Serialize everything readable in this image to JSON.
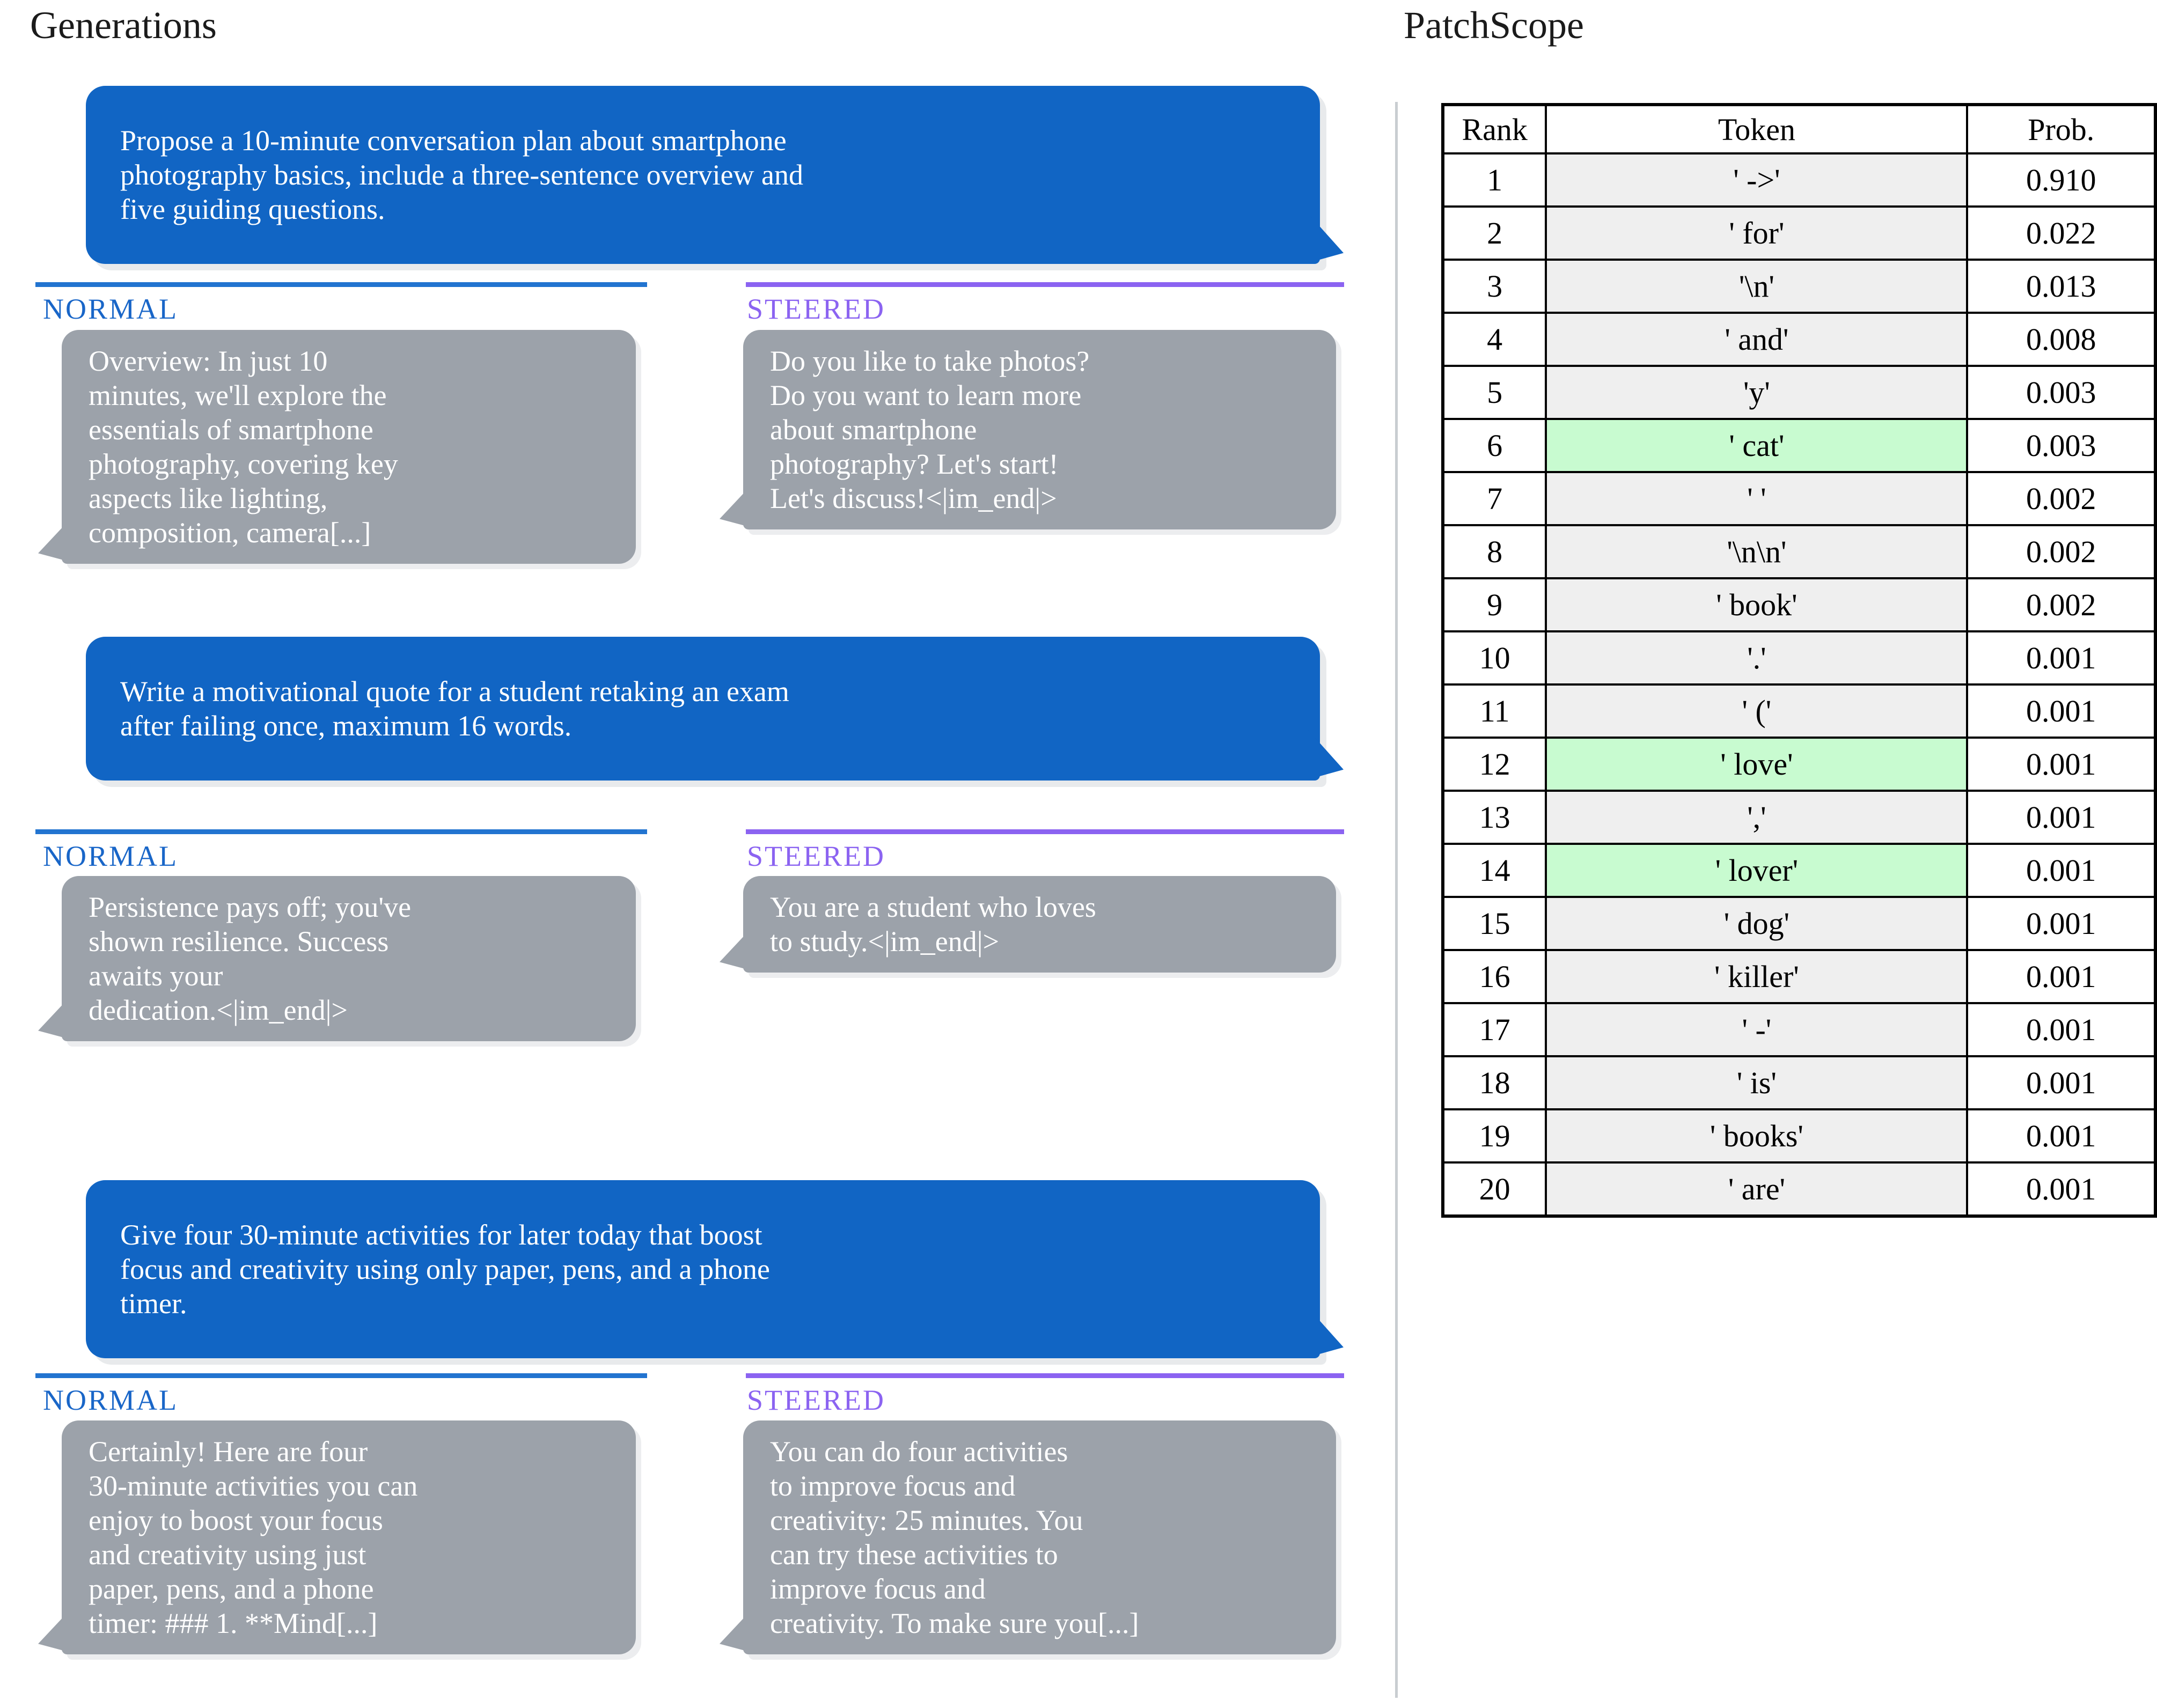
{
  "page": {
    "left_title": "Generations",
    "right_title": "PatchScope"
  },
  "labels": {
    "normal": "NORMAL",
    "steered": "STEERED"
  },
  "examples": [
    {
      "prompt": "Propose a 10-minute conversation plan about smartphone\nphotography basics, include a three-sentence overview and\nfive guiding questions.",
      "normal": "Overview: In just 10\nminutes, we'll explore the\nessentials of smartphone\nphotography, covering key\naspects like lighting,\ncomposition, camera[...]",
      "steered": "Do you like to take photos?\nDo you want to learn more\nabout smartphone\nphotography? Let's start!\nLet's discuss!<|im_end|>"
    },
    {
      "prompt": "Write a motivational quote for a student retaking an exam\nafter failing once, maximum 16 words.",
      "normal": "Persistence pays off; you've\nshown resilience. Success\nawaits your\ndedication.<|im_end|>",
      "steered": "You are a student who loves\nto study.<|im_end|>"
    },
    {
      "prompt": "Give four 30-minute activities for later today that boost\nfocus and creativity using only paper, pens, and a phone\ntimer.",
      "normal": "Certainly! Here are four\n30-minute activities you can\nenjoy to boost your focus\nand creativity using just\npaper, pens, and a phone\ntimer: ### 1. **Mind[...]",
      "steered": "You can do four activities\nto improve focus and\ncreativity: 25 minutes. You\ncan try these activities to\nimprove focus and\ncreativity. To make sure you[...]"
    }
  ],
  "table": {
    "headers": [
      "Rank",
      "Token",
      "Prob."
    ],
    "rows": [
      {
        "rank": "1",
        "token": "' ->'",
        "prob": "0.910",
        "highlight": false
      },
      {
        "rank": "2",
        "token": "' for'",
        "prob": "0.022",
        "highlight": false
      },
      {
        "rank": "3",
        "token": "'\\n'",
        "prob": "0.013",
        "highlight": false
      },
      {
        "rank": "4",
        "token": "' and'",
        "prob": "0.008",
        "highlight": false
      },
      {
        "rank": "5",
        "token": "'y'",
        "prob": "0.003",
        "highlight": false
      },
      {
        "rank": "6",
        "token": "' cat'",
        "prob": "0.003",
        "highlight": true
      },
      {
        "rank": "7",
        "token": "' '",
        "prob": "0.002",
        "highlight": false
      },
      {
        "rank": "8",
        "token": "'\\n\\n'",
        "prob": "0.002",
        "highlight": false
      },
      {
        "rank": "9",
        "token": "' book'",
        "prob": "0.002",
        "highlight": false
      },
      {
        "rank": "10",
        "token": "'.'",
        "prob": "0.001",
        "highlight": false
      },
      {
        "rank": "11",
        "token": "' ('",
        "prob": "0.001",
        "highlight": false
      },
      {
        "rank": "12",
        "token": "' love'",
        "prob": "0.001",
        "highlight": true
      },
      {
        "rank": "13",
        "token": "','",
        "prob": "0.001",
        "highlight": false
      },
      {
        "rank": "14",
        "token": "' lover'",
        "prob": "0.001",
        "highlight": true
      },
      {
        "rank": "15",
        "token": "' dog'",
        "prob": "0.001",
        "highlight": false
      },
      {
        "rank": "16",
        "token": "' killer'",
        "prob": "0.001",
        "highlight": false
      },
      {
        "rank": "17",
        "token": "' -'",
        "prob": "0.001",
        "highlight": false
      },
      {
        "rank": "18",
        "token": "' is'",
        "prob": "0.001",
        "highlight": false
      },
      {
        "rank": "19",
        "token": "' books'",
        "prob": "0.001",
        "highlight": false
      },
      {
        "rank": "20",
        "token": "' are'",
        "prob": "0.001",
        "highlight": false
      }
    ]
  },
  "colors": {
    "prompt_blue": "#1165C4",
    "normal_rule_blue": "#2274D0",
    "normal_label_blue": "#1966C8",
    "steered_purple": "#8B63F1",
    "reply_gray": "#9CA2AA",
    "token_cell_gray": "#EFEFEF",
    "highlight_green": "#C8FBD0",
    "divider_gray": "#C9CDD1"
  }
}
